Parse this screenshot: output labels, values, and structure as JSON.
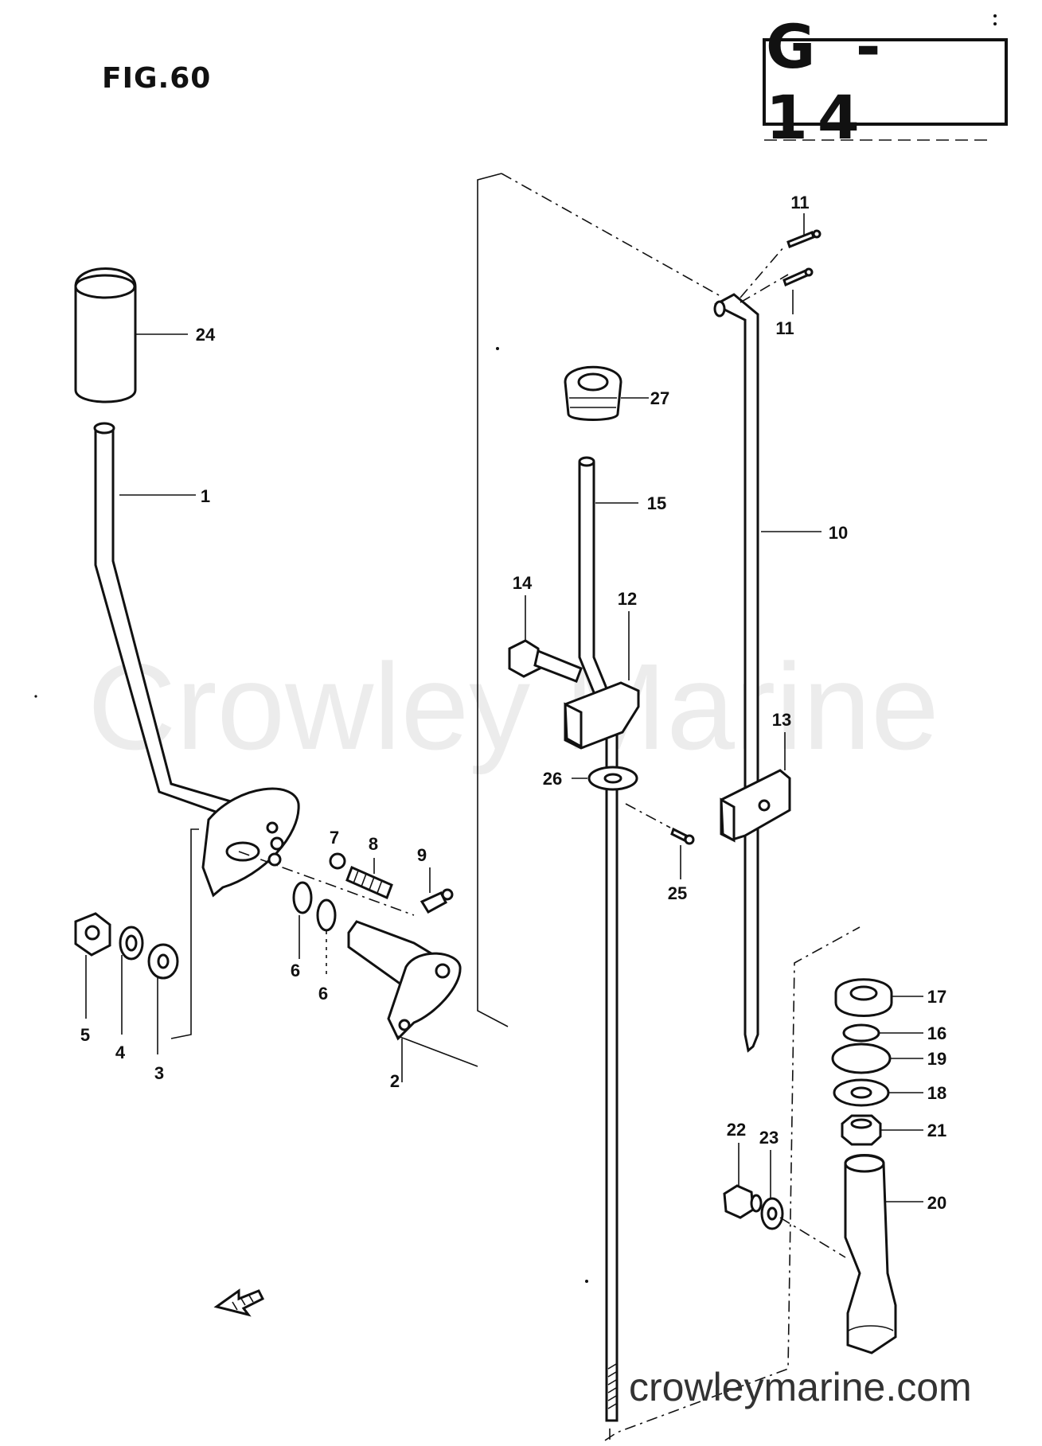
{
  "figure": {
    "fig_label": "FIG.60",
    "page_code": "G - 14",
    "watermark": "Crowley Marine",
    "website": "crowleymarine.com"
  },
  "callouts": [
    "1",
    "2",
    "3",
    "4",
    "5",
    "6",
    "6",
    "7",
    "8",
    "9",
    "10",
    "11",
    "11",
    "12",
    "13",
    "14",
    "15",
    "16",
    "17",
    "18",
    "19",
    "20",
    "21",
    "22",
    "23",
    "24",
    "25",
    "26",
    "27"
  ]
}
